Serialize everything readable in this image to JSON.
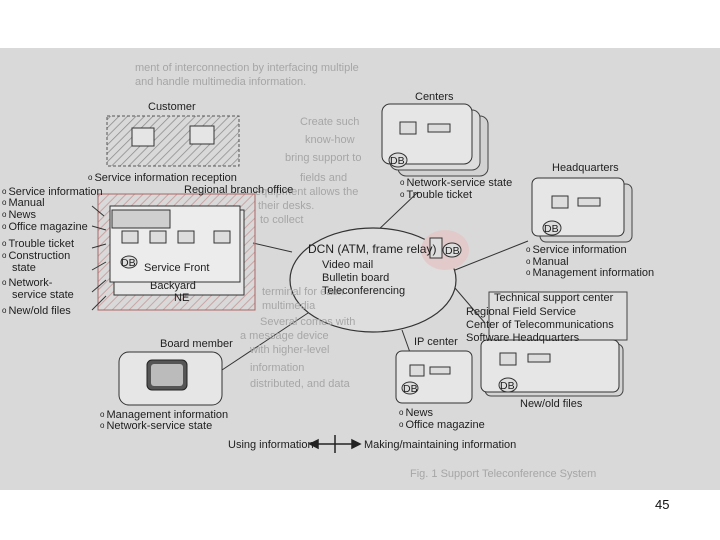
{
  "nodes": {
    "customer": "Customer",
    "centers": "Centers",
    "headquarters": "Headquarters",
    "dcn": [
      "DCN (ATM, frame relay)",
      "Video mail",
      "Bulletin board",
      "Teleconferencing"
    ],
    "regional": "Regional branch office",
    "service_front": "Service Front",
    "backyard": "Backyard",
    "ne": "NE",
    "tech_support": "Technical support center",
    "regional_field": [
      "Regional Field Service",
      "Center of Telecommunications",
      "Software Headquarters"
    ],
    "ip_center": "IP center",
    "board_member": "Board member",
    "db": "DB"
  },
  "lists": {
    "service_info_reception": "Service information reception",
    "left": [
      "Service information",
      "Manual",
      "News",
      "Office magazine",
      "Trouble ticket",
      "Construction",
      "state",
      "Network-",
      "service state",
      "New/old files"
    ],
    "centers": [
      "Network-service state",
      "Trouble ticket"
    ],
    "hq": [
      "Service information",
      "Manual",
      "Management information"
    ],
    "tech": [
      "New/old files"
    ],
    "ip": [
      "News",
      "Office magazine"
    ],
    "board": [
      "Management information",
      "Network-service state"
    ]
  },
  "legend": {
    "using": "Using information",
    "making": "Making/maintaining information"
  },
  "background_text": [
    "ment of interconnection by interfacing multiple",
    "and handle multimedia information.",
    "Create such",
    "know-how",
    "bring support to",
    "fields and",
    "equipment allows the",
    "their desks.",
    "to collect",
    "terminal for each",
    "multimedia",
    "Several comes with",
    "a message device",
    "with higher-level",
    "information",
    "distributed, and data",
    "Fig. 1 Support Teleconference System"
  ],
  "page_number": "45",
  "colors": {
    "scan_bg": "#d9d9d9",
    "ink": "#1e1e1e",
    "faint_text": "#a6a6a6",
    "hatch": "#c9a5a5"
  }
}
